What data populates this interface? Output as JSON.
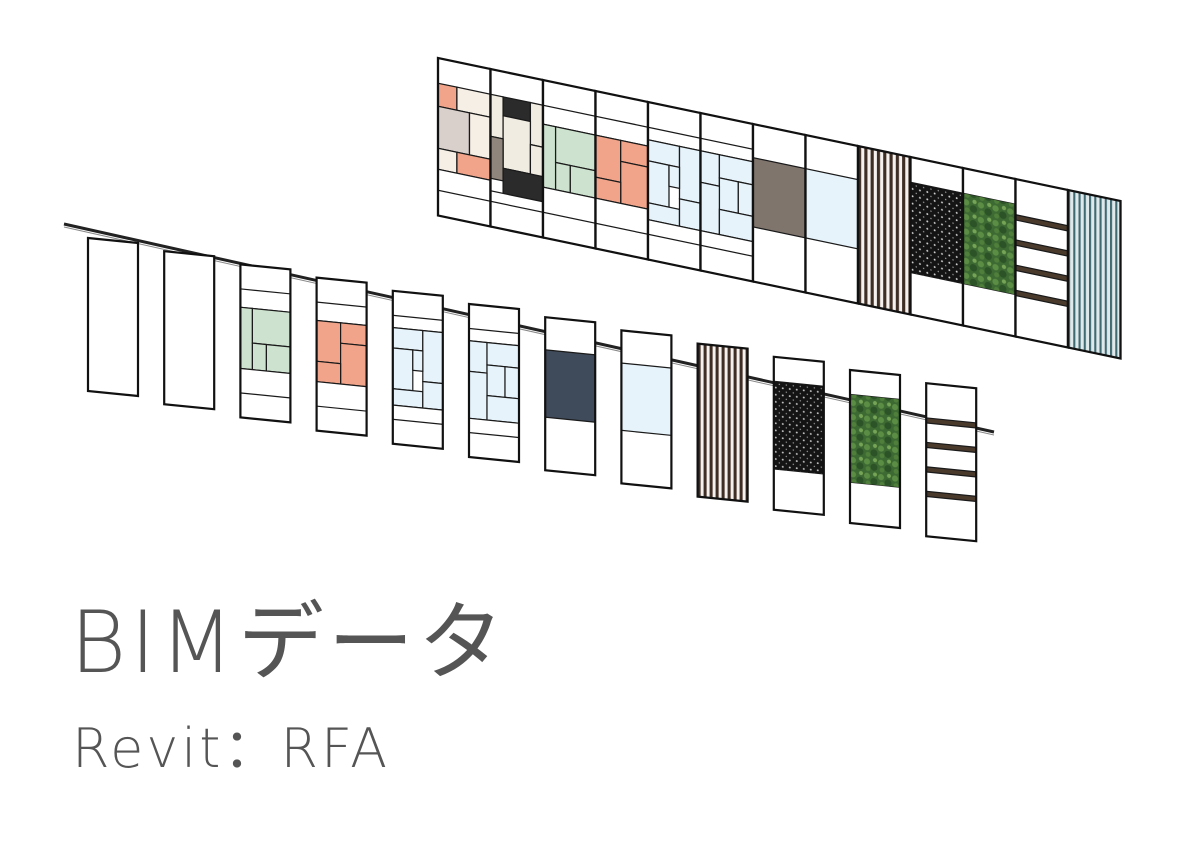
{
  "title": "BIMデータ",
  "subtitle": "Revit：RFA",
  "colors": {
    "text": "#555555",
    "frame": "#1a1a1a",
    "blank": "#ffffff"
  },
  "back_row": [
    {
      "type": "grid_a",
      "palette": [
        "#f2a48a",
        "#d9cfcb",
        "#f6efe6"
      ]
    },
    {
      "type": "grid_b",
      "palette": [
        "#2b2b2b",
        "#f1ece2",
        "#8f857c"
      ]
    },
    {
      "type": "grid_c",
      "palette": [
        "#cde3cf"
      ]
    },
    {
      "type": "grid_d",
      "palette": [
        "#f2a48a"
      ]
    },
    {
      "type": "grid_e",
      "palette": [
        "#e6f3fb"
      ]
    },
    {
      "type": "grid_e2",
      "palette": [
        "#e6f3fb"
      ]
    },
    {
      "type": "solid",
      "palette": [
        "#7f756d"
      ]
    },
    {
      "type": "solid",
      "palette": [
        "#e6f3fb"
      ]
    },
    {
      "type": "slats",
      "palette": [
        "#5a4638"
      ]
    },
    {
      "type": "perforated",
      "palette": [
        "#151515"
      ]
    },
    {
      "type": "greenery",
      "palette": [
        "#3f6a33"
      ]
    },
    {
      "type": "shelves",
      "palette": [
        "#4a3a2c"
      ]
    },
    {
      "type": "striped",
      "palette": [
        "#567a80"
      ]
    }
  ],
  "front_row": [
    {
      "type": "grid_f",
      "palette": [
        "#a85a40",
        "#aaaaaa",
        "#7d7168"
      ]
    },
    {
      "type": "grid_g",
      "palette": [
        "#3b4557",
        "#a9a9a9",
        "#8a8078"
      ]
    },
    {
      "type": "grid_c",
      "palette": [
        "#cde3cf"
      ]
    },
    {
      "type": "grid_d",
      "palette": [
        "#f2a48a"
      ]
    },
    {
      "type": "grid_e",
      "palette": [
        "#e6f3fb"
      ]
    },
    {
      "type": "grid_e2",
      "palette": [
        "#e6f3fb"
      ]
    },
    {
      "type": "solid",
      "palette": [
        "#3f4a5a"
      ]
    },
    {
      "type": "solid",
      "palette": [
        "#e6f3fb"
      ]
    },
    {
      "type": "slats",
      "palette": [
        "#5a4638"
      ]
    },
    {
      "type": "perforated",
      "palette": [
        "#151515"
      ]
    },
    {
      "type": "greenery",
      "palette": [
        "#3f6a33"
      ]
    },
    {
      "type": "shelves",
      "palette": [
        "#4a3a2c"
      ]
    }
  ]
}
